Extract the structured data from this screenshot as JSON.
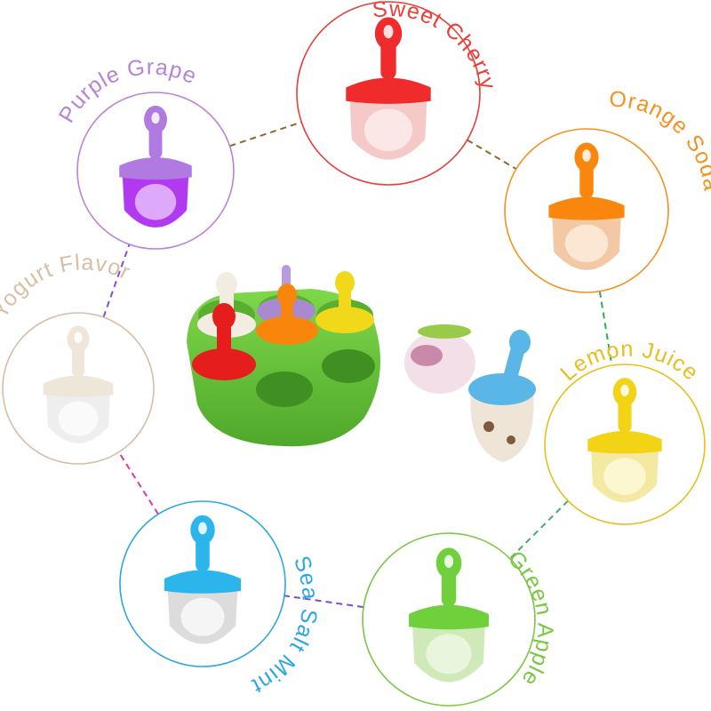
{
  "colors": {
    "purple": "#a46dd1",
    "red": "#e8221f",
    "orange": "#f58a0c",
    "yellow": "#e8c21a",
    "green": "#77c53a",
    "blue": "#1fa2e6",
    "beige": "#d9c3a8",
    "mold_green": "#6cc43c"
  },
  "flavors": [
    {
      "id": "purple-grape",
      "label": "Purple Grape",
      "color": "#b584d6",
      "stick": "#b07ae0",
      "ice": "#b13af0",
      "ice_light": "#f2d8ff"
    },
    {
      "id": "sweet-cherry",
      "label": "Sweet Cherry",
      "color": "#e8403a",
      "stick": "#ef2b2b",
      "ice": "#f6c9c9",
      "ice_light": "#fff3f3"
    },
    {
      "id": "orange-soda",
      "label": "Orange Soda",
      "color": "#f59120",
      "stick": "#f9870e",
      "ice": "#f3c9a5",
      "ice_light": "#fff4ea"
    },
    {
      "id": "lemon-juice",
      "label": "Lemon Juice",
      "color": "#e7bf1c",
      "stick": "#f2d316",
      "ice": "#f3e9a2",
      "ice_light": "#fffbe6"
    },
    {
      "id": "green-apple",
      "label": "Green Apple",
      "color": "#7bc744",
      "stick": "#6fd03c",
      "ice": "#cfeab8",
      "ice_light": "#f4fbec"
    },
    {
      "id": "sea-salt-mint",
      "label": "Sea Salt Mint",
      "color": "#2aa7e4",
      "stick": "#2cb5ea",
      "ice": "#dcdcdc",
      "ice_light": "#ffffff"
    },
    {
      "id": "yogurt-flavor",
      "label": "Yogurt Flavor",
      "color": "#d7bfa3",
      "stick": "#efe6da",
      "ice": "#eeeeee",
      "ice_light": "#ffffff"
    }
  ],
  "connectors": [
    "#8c6a2b",
    "#8c6a2b",
    "#33aa55",
    "#4aa86a",
    "#7a4bd8",
    "#d73aa8",
    "#8a48e0"
  ]
}
